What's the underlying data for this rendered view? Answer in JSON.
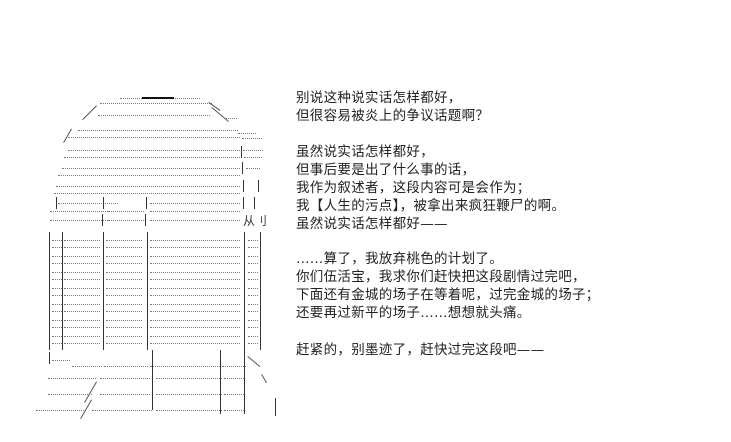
{
  "panel": {
    "art_description": "ascii-art-building-silhouette",
    "art_glyph": "从刂",
    "dialogue": {
      "block1": [
        "别说这种说实话怎样都好，",
        "但很容易被炎上的争议话题啊？"
      ],
      "block2": [
        "虽然说实话怎样都好，",
        "但事后要是出了什么事的话，",
        "我作为叙述者，这段内容可是会作为；",
        "我【人生的污点】，被拿出来疯狂鞭尸的啊。",
        "虽然说实话怎样都好——"
      ],
      "block3": [
        "……算了，我放弃桃色的计划了。",
        "你们伍活宝，我求你们赶快把这段剧情过完吧，",
        "下面还有金城的场子在等着呢，过完金城的场子；",
        "还要再过新平的场子……想想就头痛。"
      ],
      "block4": [
        "赶紧的，别墨迹了，赶快过完这段吧——"
      ]
    }
  }
}
